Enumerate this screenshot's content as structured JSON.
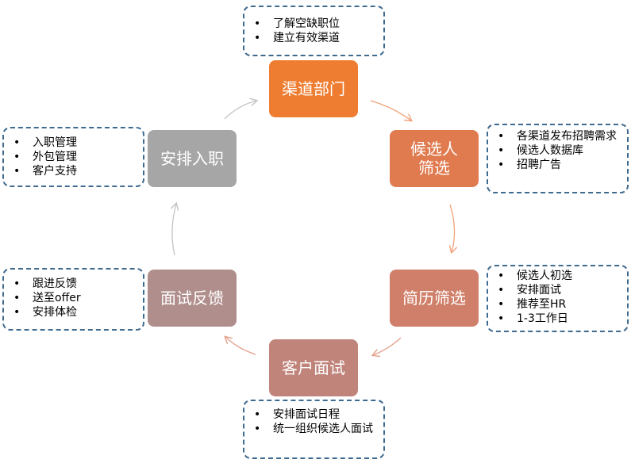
{
  "colors": {
    "orange": "#ee7d31",
    "orange_mid": "#e07b50",
    "salmon": "#d0806a",
    "rose": "#c0847b",
    "mauve": "#b08e8c",
    "gray": "#a6a6a6",
    "note_border": "#3f6a8f",
    "arrow_orange": "#f0a27b",
    "arrow_salmon": "#e4a18c",
    "arrow_gray": "#c4c4c4"
  },
  "nodes": {
    "channel_dept": {
      "label": "渠道部门"
    },
    "candidate_screen": {
      "label": "候选人筛选"
    },
    "resume_screen": {
      "label": "简历筛选"
    },
    "client_interview": {
      "label": "客户面试"
    },
    "interview_feedback": {
      "label": "面试反馈"
    },
    "onboarding": {
      "label": "安排入职"
    }
  },
  "notes": {
    "channel_dept": [
      "了解空缺职位",
      "建立有效渠道"
    ],
    "candidate_screen": [
      "各渠道发布招聘需求",
      "候选人数据库",
      "招聘广告"
    ],
    "resume_screen": [
      "候选人初选",
      "安排面试",
      "推荐至HR",
      "1-3工作日"
    ],
    "client_interview": [
      "安排面试日程",
      "统一组织候选人面试"
    ],
    "interview_feedback": [
      "跟进反馈",
      "送至offer",
      "安排体检"
    ],
    "onboarding": [
      "入职管理",
      "外包管理",
      "客户支持"
    ]
  }
}
